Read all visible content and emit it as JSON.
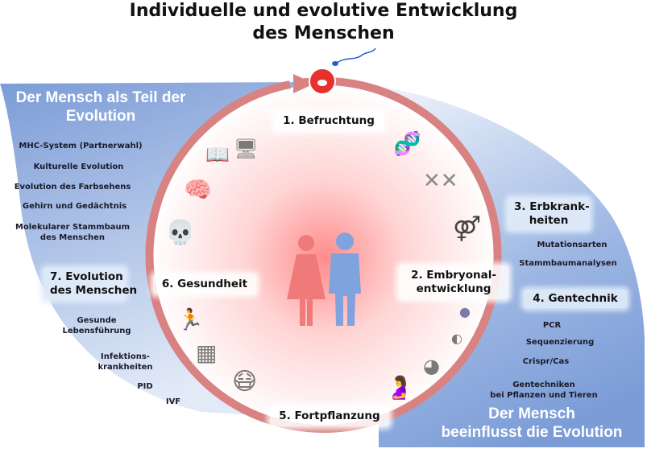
{
  "title": [
    "Individuelle und evolutive Entwicklung",
    "des Menschen"
  ],
  "left_panel": {
    "heading": [
      "Der Mensch als Teil der",
      "Evolution"
    ],
    "items": [
      "MHC-System (Partnerwahl)",
      "Kulturelle Evolution",
      "Evolution des Farbsehens",
      "Gehirn und Gedächtnis",
      "Molekularer Stammbaum",
      "des Menschen"
    ],
    "step": [
      "7. Evolution",
      "des Menschen"
    ],
    "health_items": [
      "Gesunde",
      "Lebensführung",
      "Infektions-",
      "krankheiten",
      "PID",
      "IVF"
    ]
  },
  "right_panel": {
    "heading": [
      "Der Mensch",
      "beeinflusst die Evolution"
    ],
    "step3": [
      "3. Erbkrank-",
      "heiten"
    ],
    "step3_items": [
      "Mutationsarten",
      "Stammbaumanalysen"
    ],
    "step4": "4. Gentechnik",
    "step4_items": [
      "PCR",
      "Sequenzierung",
      "Crispr/Cas",
      "Gentechniken",
      "bei Pflanzen und Tieren"
    ]
  },
  "circle": {
    "step1": "1. Befruchtung",
    "step2": [
      "2. Embryonal-",
      "entwicklung"
    ],
    "step5": "5. Fortpflanzung",
    "step6": "6. Gesundheit"
  },
  "colors": {
    "ring": "#d98282",
    "blue_dark": "#7d9fd8",
    "blue_light": "#dfe8f6",
    "female": "#f07a7a",
    "male": "#7fa3dc"
  }
}
